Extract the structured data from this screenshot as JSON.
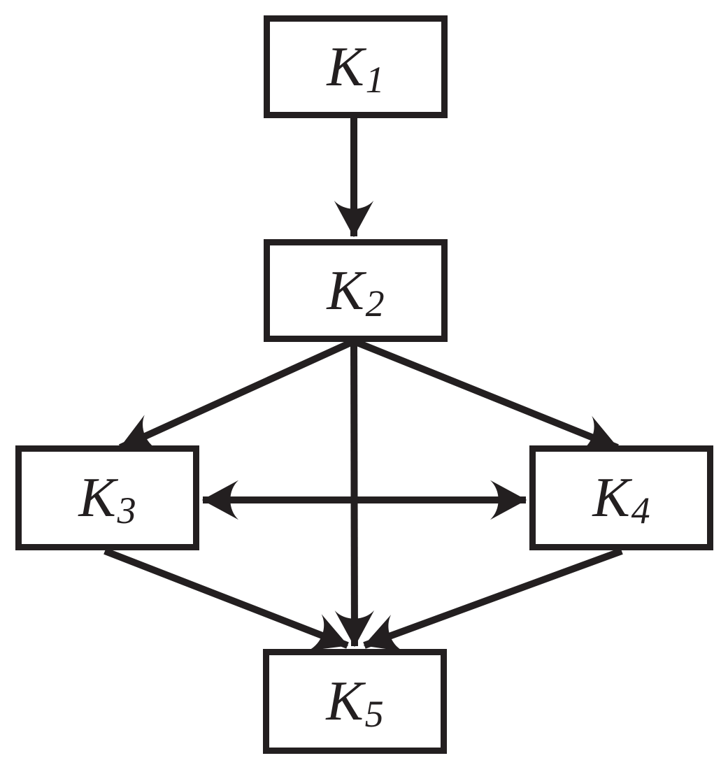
{
  "diagram": {
    "ink_color": "#231f20",
    "background_color": "#ffffff",
    "nodes": [
      {
        "id": "K1",
        "main": "K",
        "sub": "1"
      },
      {
        "id": "K2",
        "main": "K",
        "sub": "2"
      },
      {
        "id": "K3",
        "main": "K",
        "sub": "3"
      },
      {
        "id": "K4",
        "main": "K",
        "sub": "4"
      },
      {
        "id": "K5",
        "main": "K",
        "sub": "5"
      }
    ],
    "edges": [
      {
        "from": "K1",
        "to": "K2",
        "type": "single-arrow"
      },
      {
        "from": "K2",
        "to": "K3",
        "type": "single-arrow"
      },
      {
        "from": "K2",
        "to": "K4",
        "type": "single-arrow"
      },
      {
        "from": "K2",
        "to": "K5",
        "type": "single-arrow"
      },
      {
        "from": "K3",
        "to": "K4",
        "type": "double-arrow"
      },
      {
        "from": "K3",
        "to": "K5",
        "type": "single-arrow"
      },
      {
        "from": "K4",
        "to": "K5",
        "type": "single-arrow"
      }
    ]
  }
}
